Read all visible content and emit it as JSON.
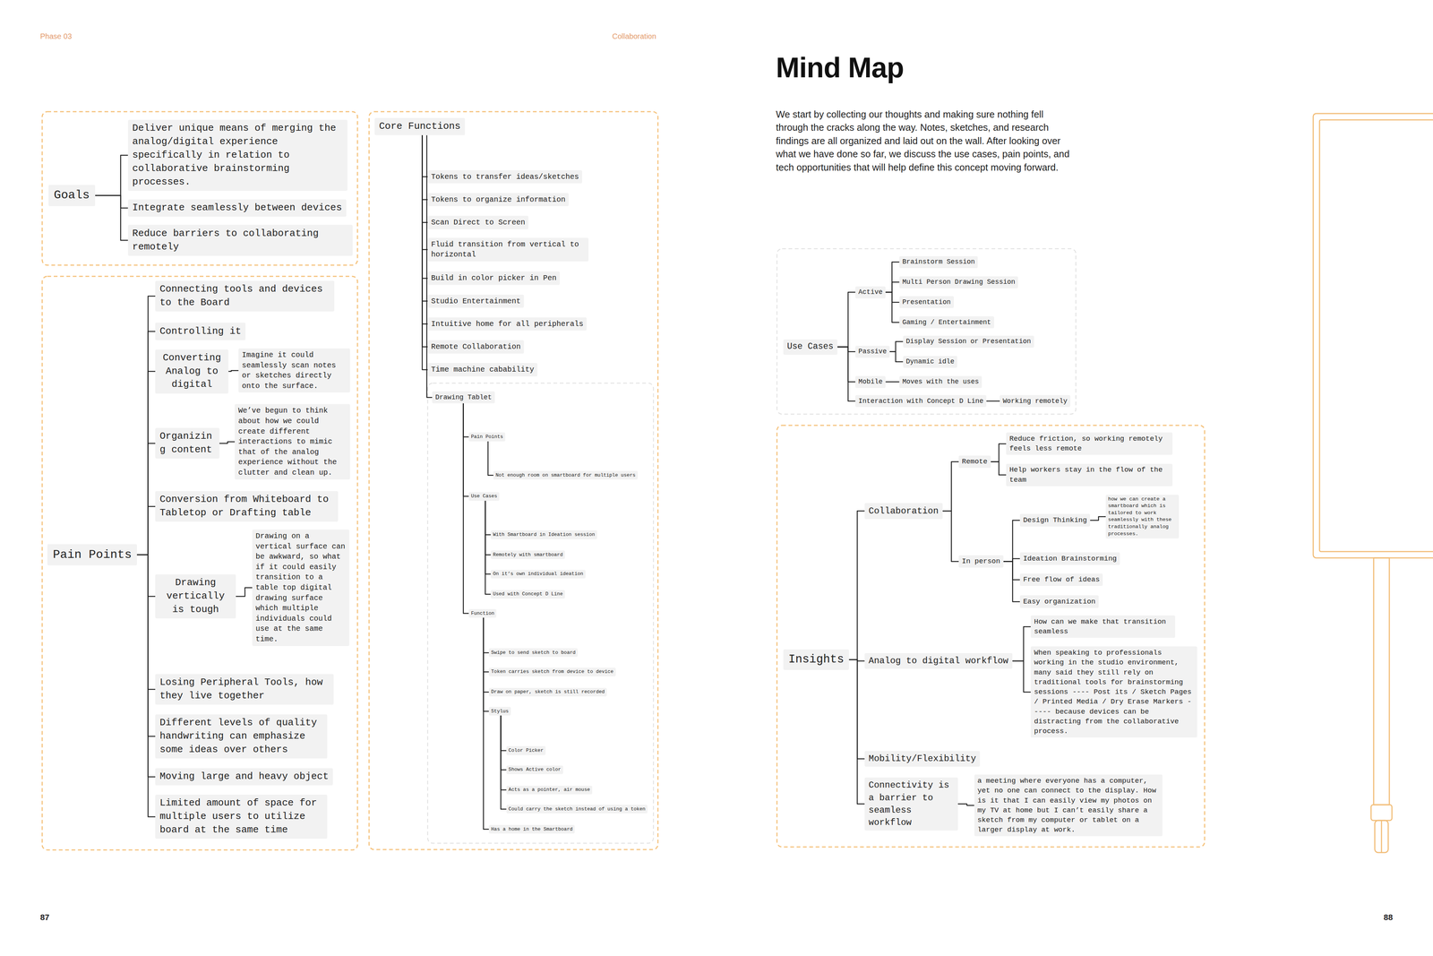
{
  "diagram": {
    "title": "Mind Map",
    "caption": "We start by collecting our thoughts and making sure nothing fell through the cracks along the way. Notes, sketches, and research findings are all organized and laid out on the wall. After looking over what we have done so far, we discuss the use cases, pain points, and tech opportunities that will help define this concept moving forward.",
    "nodes": [
      {
        "text": [
          "Goals"
        ]
      },
      {
        "text": [
          "Deliver unique means of merging the analog/digital experience specifically in relation to collaborative brainstorming processes."
        ]
      },
      {
        "text": [
          "Integrate seamlessly between devices"
        ]
      },
      {
        "text": [
          "Reduce barriers to collaborating remotely"
        ]
      },
      {
        "text": [
          "Pain Points"
        ]
      },
      {
        "text": [
          "Connecting tools and devices to the Board"
        ]
      },
      {
        "text": [
          "Controlling it"
        ]
      },
      {
        "text": [
          "Converting Analog to digital"
        ]
      },
      {
        "text": [
          "Imagine it could seamlessly scan notes or sketches directly onto the surface."
        ]
      },
      {
        "text": [
          "Organizing content"
        ]
      },
      {
        "text": [
          "We’ve begun to think about how we could create different interactions to mimic that of the analog experience without the clutter and clean up."
        ]
      },
      {
        "text": [
          "Conversion from Whiteboard to Tabletop or Drafting table"
        ]
      },
      {
        "text": [
          "Drawing vertically is tough"
        ]
      },
      {
        "text": [
          "Drawing on a vertical surface can be awkward, so what if it could easily transition to a table top digital drawing surface which multiple individuals could use at the same time."
        ]
      },
      {
        "text": [
          "Losing Peripheral Tools, how they live together"
        ]
      },
      {
        "text": [
          "Different levels of quality handwriting can emphasize some ideas over others"
        ]
      },
      {
        "text": [
          "Moving large and heavy object"
        ]
      },
      {
        "text": [
          "Limited amount of space for multiple users to utilize board at the same time"
        ]
      },
      {
        "text": [
          "Core Functions"
        ]
      },
      {
        "text": [
          "Tokens to transfer ideas/sketches"
        ]
      },
      {
        "text": [
          "Tokens to organize information"
        ]
      },
      {
        "text": [
          "Scan Direct to Screen"
        ]
      },
      {
        "text": [
          "Fluid transition from vertical to horizontal"
        ]
      },
      {
        "text": [
          "Build in color picker in Pen"
        ]
      },
      {
        "text": [
          "Studio Entertainment"
        ]
      },
      {
        "text": [
          "Intuitive home for all peripherals"
        ]
      },
      {
        "text": [
          "Remote Collaboration"
        ]
      },
      {
        "text": [
          "Time machine cabability"
        ]
      },
      {
        "text": [
          "Drawing Tablet"
        ]
      },
      {
        "text": [
          "Pain Points"
        ]
      },
      {
        "text": [
          "Not enough room on smartboard for multiple users"
        ]
      },
      {
        "text": [
          "Use Cases"
        ]
      },
      {
        "text": [
          "With Smartboard in Ideation session"
        ]
      },
      {
        "text": [
          "Remotely with smartboard"
        ]
      },
      {
        "text": [
          "On it’s own individual ideation"
        ]
      },
      {
        "text": [
          "Used with Concept D Line"
        ]
      },
      {
        "text": [
          "Function"
        ]
      },
      {
        "text": [
          "Swipe to send sketch to board"
        ]
      },
      {
        "text": [
          "Token carries sketch from device to device"
        ]
      },
      {
        "text": [
          "Draw on paper, sketch is still recorded"
        ]
      },
      {
        "text": [
          "Stylus"
        ]
      },
      {
        "text": [
          "Color Picker"
        ]
      },
      {
        "text": [
          "Shows Active color"
        ]
      },
      {
        "text": [
          "Acts as a pointer, air mouse"
        ]
      },
      {
        "text": [
          "Could carry the sketch instead of using a token"
        ]
      },
      {
        "text": [
          "Has a home in the Smartboard"
        ]
      },
      {
        "text": [
          "Use Cases"
        ]
      },
      {
        "text": [
          "Active"
        ]
      },
      {
        "text": [
          "Brainstorm Session"
        ]
      },
      {
        "text": [
          "Multi Person Drawing Session"
        ]
      },
      {
        "text": [
          "Presentation"
        ]
      },
      {
        "text": [
          "Gaming / Entertainment"
        ]
      },
      {
        "text": [
          "Passive"
        ]
      },
      {
        "text": [
          "Display Session or Presentation"
        ]
      },
      {
        "text": [
          "Dynamic idle"
        ]
      },
      {
        "text": [
          "Mobile"
        ]
      },
      {
        "text": [
          "Moves with the uses"
        ]
      },
      {
        "text": [
          "Interaction with Concept D Line"
        ]
      },
      {
        "text": [
          "Working remotely"
        ]
      },
      {
        "text": [
          "Insights"
        ]
      },
      {
        "text": [
          "Collaboration"
        ]
      },
      {
        "text": [
          "Remote"
        ]
      },
      {
        "text": [
          "Reduce friction, so working remotely feels less remote"
        ]
      },
      {
        "text": [
          "Help workers stay in the flow of the team"
        ]
      },
      {
        "text": [
          "In person"
        ]
      },
      {
        "text": [
          "Design Thinking"
        ]
      },
      {
        "text": [
          "how we can create a smartboard which is tailored to work seamlessly with these traditionally analog processes."
        ]
      },
      {
        "text": [
          "Ideation Brainstorming"
        ]
      },
      {
        "text": [
          "Free flow of ideas"
        ]
      },
      {
        "text": [
          "Easy organization"
        ]
      },
      {
        "text": [
          "Analog to digital workflow"
        ]
      },
      {
        "text": [
          "How can we make that transition seamless"
        ]
      },
      {
        "text": [
          "When speaking to professionals working in the studio environment, many said they still rely on traditional tools for brainstorming sessions ---- Post its / Sketch Pages / Printed Media / Dry Erase Markers ----- because devices can be distracting from the collaborative process."
        ]
      },
      {
        "text": [
          "Mobility/Flexibility"
        ]
      },
      {
        "text": [
          "Connectivity is a barrier to seamless workflow"
        ]
      },
      {
        "text": [
          "a meeting where everyone has a computer, yet no one can connect to the display. How is it that I can easily view my photos on my TV at home but I can’t easily share a sketch from my computer or tablet on a larger display at work."
        ]
      }
    ],
    "edges": [
      {
        "from": 0,
        "to": 1,
        "arrow": "none"
      },
      {
        "from": 0,
        "to": 2,
        "arrow": "none"
      },
      {
        "from": 0,
        "to": 3,
        "arrow": "none"
      },
      {
        "from": 4,
        "to": 5,
        "arrow": "none"
      },
      {
        "from": 4,
        "to": 6,
        "arrow": "none"
      },
      {
        "from": 4,
        "to": 7,
        "arrow": "none"
      },
      {
        "from": 7,
        "to": 8,
        "arrow": "none"
      },
      {
        "from": 4,
        "to": 9,
        "arrow": "none"
      },
      {
        "from": 9,
        "to": 10,
        "arrow": "none"
      },
      {
        "from": 4,
        "to": 11,
        "arrow": "none"
      },
      {
        "from": 4,
        "to": 12,
        "arrow": "none"
      },
      {
        "from": 12,
        "to": 13,
        "arrow": "none"
      },
      {
        "from": 4,
        "to": 14,
        "arrow": "none"
      },
      {
        "from": 4,
        "to": 15,
        "arrow": "none"
      },
      {
        "from": 4,
        "to": 16,
        "arrow": "none"
      },
      {
        "from": 4,
        "to": 17,
        "arrow": "none"
      },
      {
        "from": 18,
        "to": 19,
        "arrow": "none"
      },
      {
        "from": 18,
        "to": 20,
        "arrow": "none"
      },
      {
        "from": 18,
        "to": 21,
        "arrow": "none"
      },
      {
        "from": 18,
        "to": 22,
        "arrow": "none"
      },
      {
        "from": 18,
        "to": 23,
        "arrow": "none"
      },
      {
        "from": 18,
        "to": 24,
        "arrow": "none"
      },
      {
        "from": 18,
        "to": 25,
        "arrow": "none"
      },
      {
        "from": 18,
        "to": 26,
        "arrow": "none"
      },
      {
        "from": 18,
        "to": 27,
        "arrow": "none"
      },
      {
        "from": 18,
        "to": 28,
        "arrow": "none"
      },
      {
        "from": 28,
        "to": 29,
        "arrow": "none"
      },
      {
        "from": 29,
        "to": 30,
        "arrow": "none"
      },
      {
        "from": 28,
        "to": 31,
        "arrow": "none"
      },
      {
        "from": 31,
        "to": 32,
        "arrow": "none"
      },
      {
        "from": 31,
        "to": 33,
        "arrow": "none"
      },
      {
        "from": 31,
        "to": 34,
        "arrow": "none"
      },
      {
        "from": 31,
        "to": 35,
        "arrow": "none"
      },
      {
        "from": 28,
        "to": 36,
        "arrow": "none"
      },
      {
        "from": 36,
        "to": 37,
        "arrow": "none"
      },
      {
        "from": 36,
        "to": 38,
        "arrow": "none"
      },
      {
        "from": 36,
        "to": 39,
        "arrow": "none"
      },
      {
        "from": 36,
        "to": 40,
        "arrow": "none"
      },
      {
        "from": 40,
        "to": 41,
        "arrow": "none"
      },
      {
        "from": 40,
        "to": 42,
        "arrow": "none"
      },
      {
        "from": 40,
        "to": 43,
        "arrow": "none"
      },
      {
        "from": 40,
        "to": 44,
        "arrow": "none"
      },
      {
        "from": 36,
        "to": 45,
        "arrow": "none"
      },
      {
        "from": 46,
        "to": 47,
        "arrow": "none"
      },
      {
        "from": 47,
        "to": 48,
        "arrow": "none"
      },
      {
        "from": 47,
        "to": 49,
        "arrow": "none"
      },
      {
        "from": 47,
        "to": 50,
        "arrow": "none"
      },
      {
        "from": 47,
        "to": 51,
        "arrow": "none"
      },
      {
        "from": 46,
        "to": 52,
        "arrow": "none"
      },
      {
        "from": 52,
        "to": 53,
        "arrow": "none"
      },
      {
        "from": 52,
        "to": 54,
        "arrow": "none"
      },
      {
        "from": 46,
        "to": 55,
        "arrow": "none"
      },
      {
        "from": 55,
        "to": 56,
        "arrow": "none"
      },
      {
        "from": 46,
        "to": 57,
        "arrow": "none"
      },
      {
        "from": 57,
        "to": 58,
        "arrow": "none"
      },
      {
        "from": 59,
        "to": 60,
        "arrow": "none"
      },
      {
        "from": 60,
        "to": 61,
        "arrow": "none"
      },
      {
        "from": 61,
        "to": 62,
        "arrow": "none"
      },
      {
        "from": 61,
        "to": 63,
        "arrow": "none"
      },
      {
        "from": 60,
        "to": 64,
        "arrow": "none"
      },
      {
        "from": 64,
        "to": 65,
        "arrow": "none"
      },
      {
        "from": 65,
        "to": 66,
        "arrow": "none"
      },
      {
        "from": 64,
        "to": 67,
        "arrow": "none"
      },
      {
        "from": 64,
        "to": 68,
        "arrow": "none"
      },
      {
        "from": 64,
        "to": 69,
        "arrow": "none"
      },
      {
        "from": 59,
        "to": 70,
        "arrow": "none"
      },
      {
        "from": 70,
        "to": 71,
        "arrow": "none"
      },
      {
        "from": 70,
        "to": 72,
        "arrow": "none"
      },
      {
        "from": 59,
        "to": 73,
        "arrow": "none"
      },
      {
        "from": 59,
        "to": 74,
        "arrow": "none"
      },
      {
        "from": 74,
        "to": 75,
        "arrow": "none"
      }
    ],
    "labels": [
      "Phase 03",
      "Collaboration",
      "87",
      "88"
    ]
  }
}
